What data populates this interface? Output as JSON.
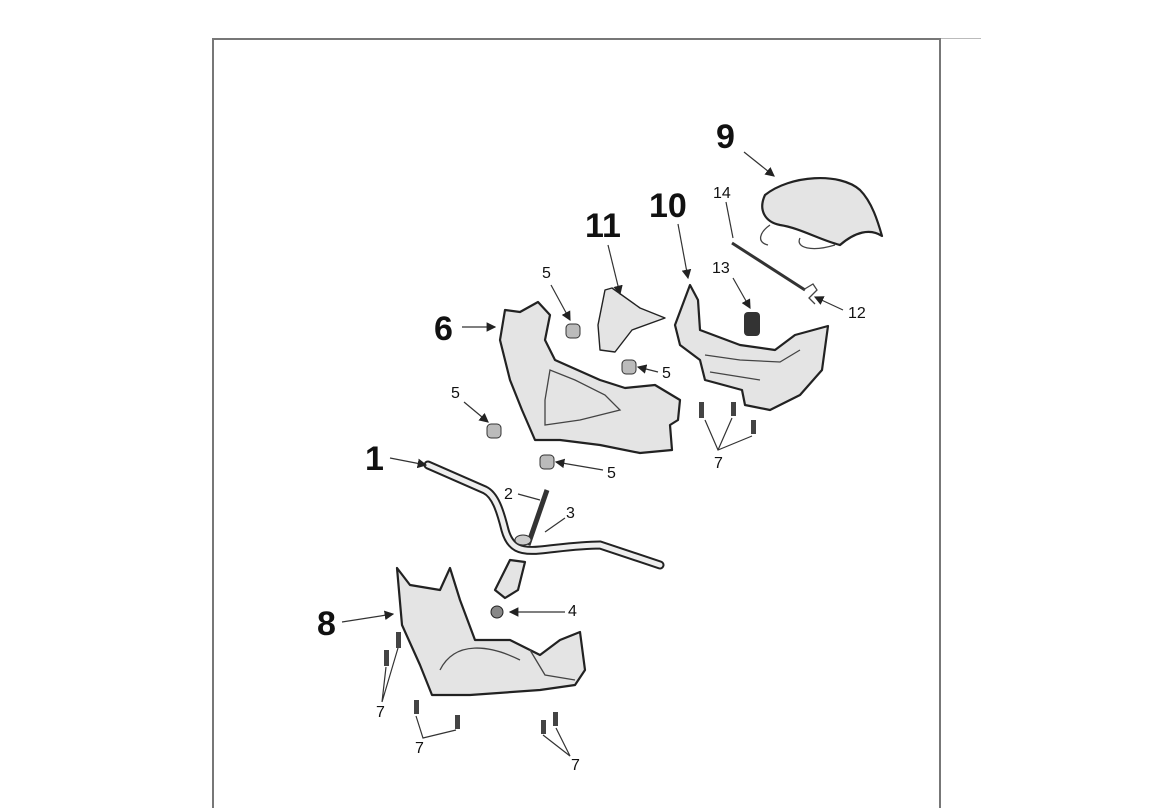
{
  "diagram": {
    "title": "Handlebar and handlebar covers exploded parts view",
    "callouts": {
      "c1": "1",
      "c2": "2",
      "c3": "3",
      "c4": "4",
      "c5a": "5",
      "c5b": "5",
      "c5c": "5",
      "c5d": "5",
      "c6": "6",
      "c7a": "7",
      "c7b": "7",
      "c7c": "7",
      "c7d": "7",
      "c8": "8",
      "c9": "9",
      "c10": "10",
      "c11": "11",
      "c12": "12",
      "c13": "13",
      "c14": "14"
    }
  }
}
